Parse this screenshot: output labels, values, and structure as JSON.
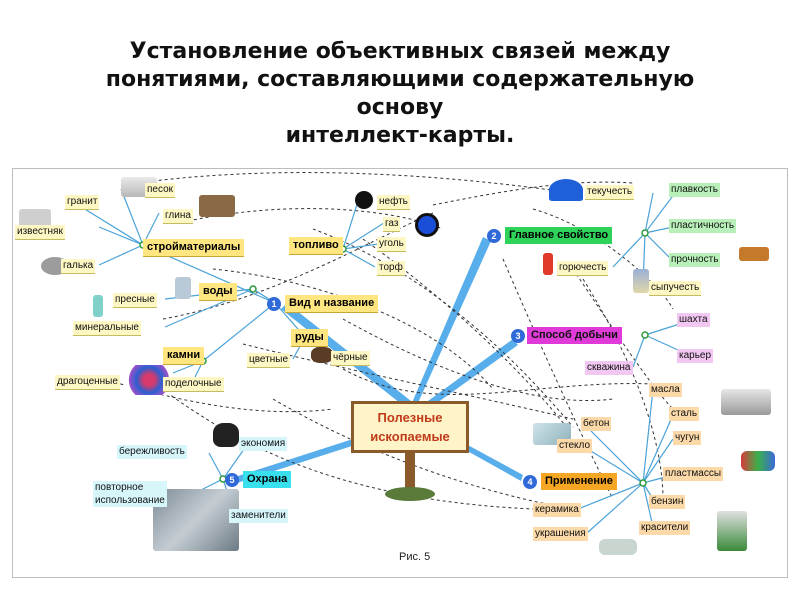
{
  "title": {
    "line1": "Установление объективных связей между",
    "line2": "понятиями, составляющими  содержательную",
    "line3": "основу",
    "line4": "интеллект-карты."
  },
  "center": {
    "line1": "Полезные",
    "line2": "ископаемые"
  },
  "caption": "Рис. 5",
  "branches": {
    "b1": {
      "num": "1",
      "label": "Вид и название"
    },
    "b2": {
      "num": "2",
      "label": "Главное свойство"
    },
    "b3": {
      "num": "3",
      "label": "Способ добычи"
    },
    "b4": {
      "num": "4",
      "label": "Применение"
    },
    "b5": {
      "num": "5",
      "label": "Охрана"
    }
  },
  "nodes": {
    "stroy": "стройматериалы",
    "granit": "гранит",
    "pesok": "песок",
    "glina": "глина",
    "izvestnyak": "известняк",
    "galka": "галька",
    "toplivo": "топливо",
    "neft": "нефть",
    "gaz": "газ",
    "ugol": "уголь",
    "torf": "торф",
    "vody": "воды",
    "presnye": "пресные",
    "mineralnye": "минеральные",
    "rudy": "руды",
    "tsvetnye": "цветные",
    "chernye": "чёрные",
    "kamni": "камни",
    "dragotsennye": "драгоценные",
    "podelochnye": "поделочные",
    "tekuchest": "текучесть",
    "plavkost": "плавкость",
    "plastichnost": "пластичность",
    "goryuchest": "горючесть",
    "prochnost": "прочность",
    "sypuchest": "сыпучесть",
    "shakhta": "шахта",
    "karer": "карьер",
    "skvazhina": "скважина",
    "beton": "бетон",
    "steklo": "стекло",
    "masla": "масла",
    "stal": "сталь",
    "chugun": "чугун",
    "plastmassy": "пластмассы",
    "benzin": "бензин",
    "keramika": "керамика",
    "krasiteli": "красители",
    "ukrasheniya": "украшения",
    "berezhlivost": "бережливость",
    "ekonomiya": "экономия",
    "povtornoe1": "повторное",
    "povtornoe2": "использование",
    "zameniteli": "заменители"
  },
  "colors": {
    "branch_yellow": "#ffe680",
    "branch_green": "#2fd35a",
    "branch_magenta": "#e03ad8",
    "branch_orange": "#f5a623",
    "branch_cyan": "#38e0ee",
    "line": "#4aa3d8",
    "beam": "#3aa0e8"
  }
}
